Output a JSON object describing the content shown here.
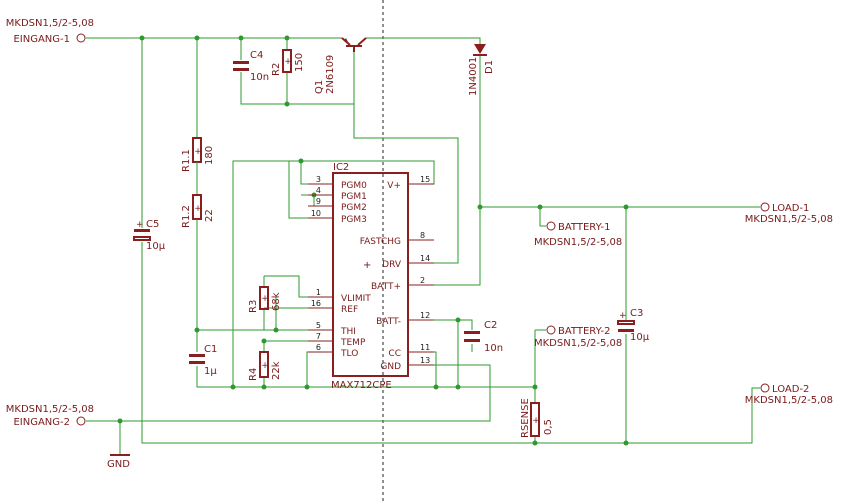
{
  "connectors": {
    "eingang1": {
      "type": "MKDSN1,5/2-5,08",
      "name": "EINGANG-1"
    },
    "eingang2": {
      "type": "MKDSN1,5/2-5,08",
      "name": "EINGANG-2"
    },
    "load1": {
      "type": "MKDSN1,5/2-5,08",
      "name": "LOAD-1"
    },
    "load2": {
      "type": "MKDSN1,5/2-5,08",
      "name": "LOAD-2"
    },
    "battery1": {
      "type": "MKDSN1,5/2-5,08",
      "name": "BATTERY-1"
    },
    "battery2": {
      "type": "MKDSN1,5/2-5,08",
      "name": "BATTERY-2"
    }
  },
  "parts": {
    "c4": {
      "name": "C4",
      "value": "10n"
    },
    "r2": {
      "name": "R2",
      "value": "150"
    },
    "q1": {
      "name": "Q1",
      "value": "2N6109"
    },
    "d1": {
      "name": "D1",
      "value": "1N4001"
    },
    "r11": {
      "name": "R1.1",
      "value": "180"
    },
    "r12": {
      "name": "R1.2",
      "value": "22"
    },
    "c5": {
      "name": "C5",
      "value": "10µ"
    },
    "r3": {
      "name": "R3",
      "value": "68k"
    },
    "r4": {
      "name": "R4",
      "value": "22k"
    },
    "c1": {
      "name": "C1",
      "value": "1µ"
    },
    "c2": {
      "name": "C2",
      "value": "10n"
    },
    "c3": {
      "name": "C3",
      "value": "10µ"
    },
    "rsense": {
      "name": "RSENSE",
      "value": "0,5"
    },
    "gnd": {
      "name": "GND"
    }
  },
  "ic": {
    "name": "IC2",
    "value": "MAX712CPE",
    "left_pins": [
      {
        "num": "3",
        "label": "PGM0"
      },
      {
        "num": "4",
        "label": "PGM1"
      },
      {
        "num": "9",
        "label": "PGM2"
      },
      {
        "num": "10",
        "label": "PGM3"
      },
      {
        "num": "1",
        "label": "VLIMIT"
      },
      {
        "num": "16",
        "label": "REF"
      },
      {
        "num": "5",
        "label": "THI"
      },
      {
        "num": "7",
        "label": "TEMP"
      },
      {
        "num": "6",
        "label": "TLO"
      }
    ],
    "right_pins": [
      {
        "num": "15",
        "label": "V+"
      },
      {
        "num": "8",
        "label": "FASTCHG"
      },
      {
        "num": "14",
        "label": "DRV"
      },
      {
        "num": "2",
        "label": "BATT+"
      },
      {
        "num": "12",
        "label": "BATT-"
      },
      {
        "num": "11",
        "label": "CC"
      },
      {
        "num": "13",
        "label": "GND"
      }
    ]
  }
}
